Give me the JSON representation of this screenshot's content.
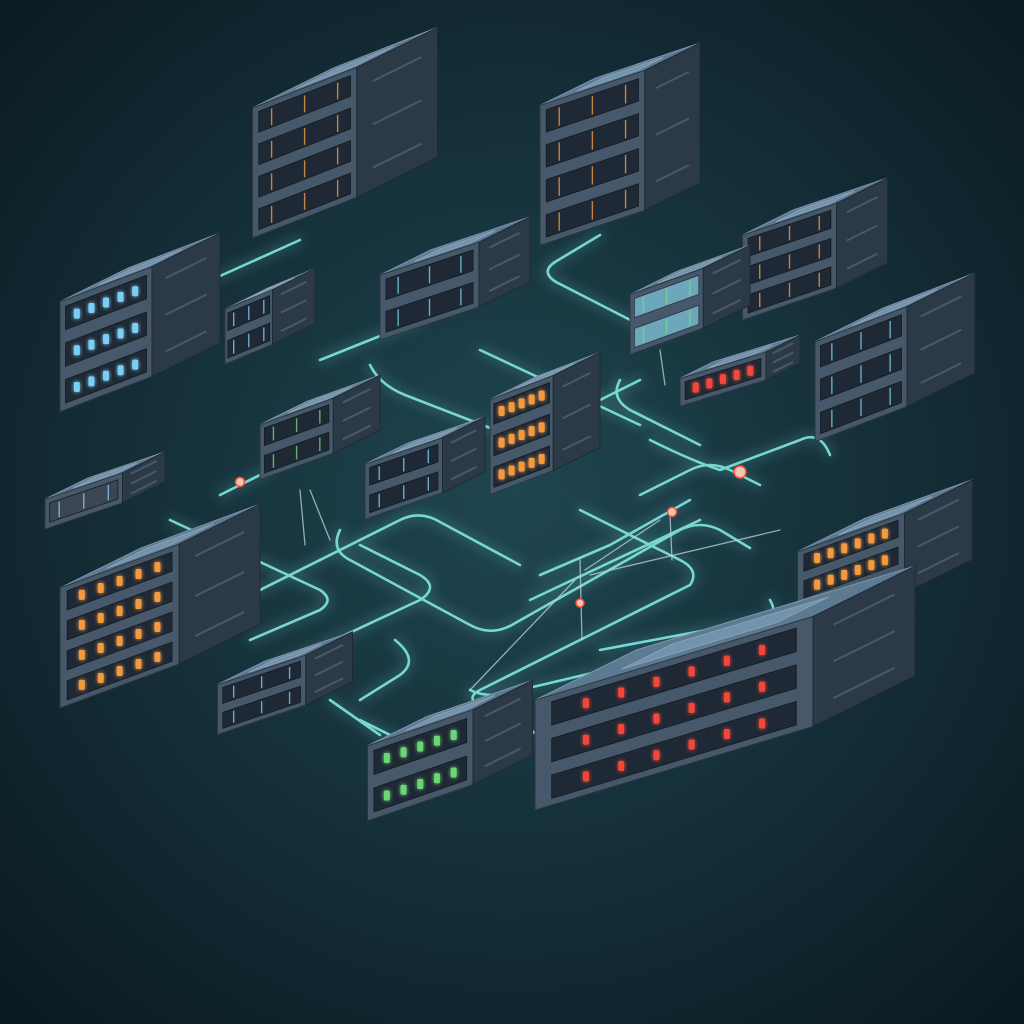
{
  "scene": {
    "kind": "isometric-network-illustration",
    "text_content": [],
    "device_count": 18,
    "palette": {
      "background_center": "#1f4650",
      "background_edge": "#0b1a22",
      "device_top": "#5d7a93",
      "device_left": "#46586a",
      "device_right": "#2c3a48",
      "cable": "#7fe3dc",
      "screen_glow": "#8fe8ff",
      "led_amber": "#ffa040",
      "led_red": "#ff4a3a",
      "led_green": "#6fe07a",
      "led_blue": "#7fd8ff"
    },
    "devices": [
      {
        "name": "server-rack-top-left",
        "icon": "server-rack-icon",
        "front": "slots",
        "accent": "amber"
      },
      {
        "name": "patch-panel-top-right",
        "icon": "patch-panel-icon",
        "front": "slots",
        "accent": "amber"
      },
      {
        "name": "server-block-left",
        "icon": "server-icon",
        "front": "leds",
        "accent": "blue"
      },
      {
        "name": "drive-unit-left",
        "icon": "drive-icon",
        "front": "slots",
        "accent": "blue"
      },
      {
        "name": "router-center-top",
        "icon": "router-icon",
        "front": "slots",
        "accent": "blue"
      },
      {
        "name": "circuit-module-right",
        "icon": "circuit-board-icon",
        "front": "screen",
        "accent": "green"
      },
      {
        "name": "network-switch-right",
        "icon": "switch-icon",
        "front": "slots",
        "accent": "amber"
      },
      {
        "name": "storage-unit-far-right",
        "icon": "storage-icon",
        "front": "slots",
        "accent": "blue"
      },
      {
        "name": "modem-right",
        "icon": "modem-icon",
        "front": "leds",
        "accent": "red"
      },
      {
        "name": "circuit-module-center",
        "icon": "circuit-board-icon",
        "front": "slots",
        "accent": "green"
      },
      {
        "name": "switch-center",
        "icon": "switch-icon",
        "front": "slots",
        "accent": "blue"
      },
      {
        "name": "server-center",
        "icon": "server-icon",
        "front": "leds",
        "accent": "amber"
      },
      {
        "name": "fan-unit-left",
        "icon": "fan-icon",
        "front": "grille",
        "accent": "blue"
      },
      {
        "name": "server-amber-bottom-left",
        "icon": "server-icon",
        "front": "leds",
        "accent": "amber"
      },
      {
        "name": "drive-unit-bottom-left",
        "icon": "drive-icon",
        "front": "slots",
        "accent": "blue"
      },
      {
        "name": "storage-unit-bottom-right",
        "icon": "storage-icon",
        "front": "display",
        "accent": "amber"
      },
      {
        "name": "device-bottom-center",
        "icon": "device-icon",
        "front": "leds",
        "accent": "green"
      },
      {
        "name": "server-bottom-long",
        "icon": "server-icon",
        "front": "display",
        "accent": "red"
      }
    ]
  }
}
